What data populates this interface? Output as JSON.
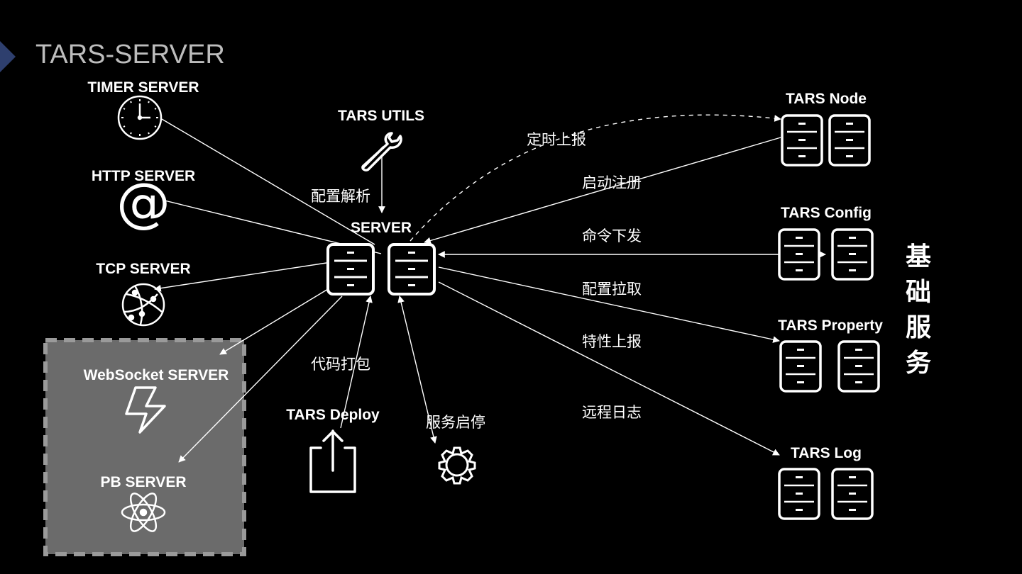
{
  "title": "TARS-SERVER",
  "center_label": "SERVER",
  "utils_label": "TARS UTILS",
  "side_label": "基础服务",
  "left_servers": {
    "timer": "TIMER SERVER",
    "http": "HTTP SERVER",
    "tcp": "TCP SERVER",
    "websocket": "WebSocket SERVER",
    "pb": "PB SERVER"
  },
  "bottom": {
    "deploy": "TARS Deploy",
    "deploy_edge": "代码打包",
    "start_stop_edge": "服务启停"
  },
  "right_services": {
    "node": "TARS Node",
    "config": "TARS Config",
    "property": "TARS Property",
    "log": "TARS Log"
  },
  "edge_labels": {
    "config_parse": "配置解析",
    "timed_report": "定时上报",
    "start_register": "启动注册",
    "command_dispatch": "命令下发",
    "config_pull": "配置拉取",
    "property_report": "特性上报",
    "remote_log": "远程日志"
  },
  "colors": {
    "background": "#000000",
    "group_box": "#6b6b6b",
    "accent": "#2e3f6e"
  },
  "icons": [
    "clock-icon",
    "at-sign-icon",
    "globe-network-icon",
    "lightning-icon",
    "atom-icon",
    "wrench-icon",
    "share-upload-icon",
    "gear-icon",
    "server-cabinet-icon"
  ]
}
